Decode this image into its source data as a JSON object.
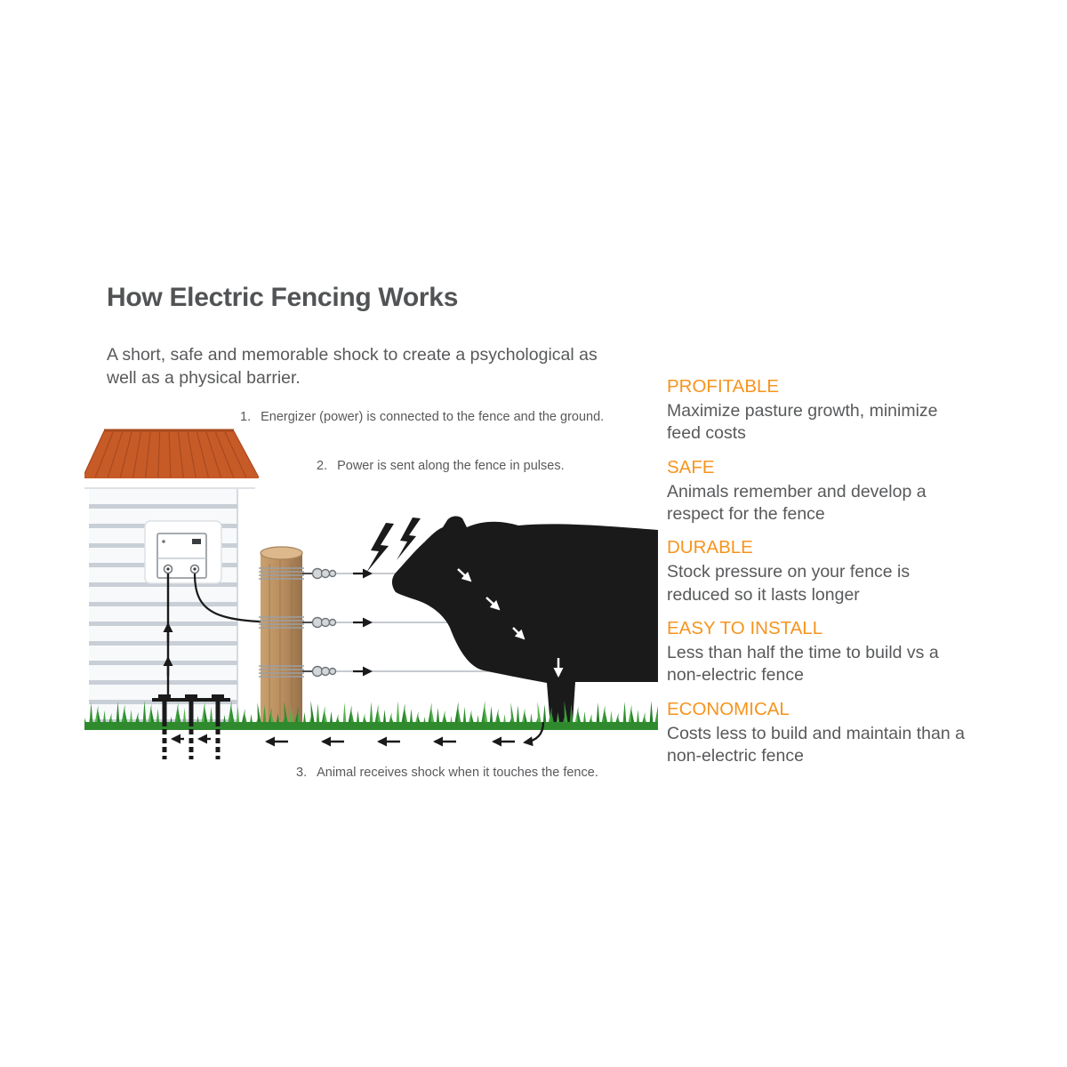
{
  "title": "How Electric Fencing Works",
  "subtitle": "A short, safe and memorable shock to create a psychological as well as a physical barrier.",
  "steps": [
    {
      "number": "1.",
      "text": "Energizer (power) is connected to the fence and the ground."
    },
    {
      "number": "2.",
      "text": "Power is sent along the fence in pulses."
    },
    {
      "number": "3.",
      "text": "Animal receives shock when it touches the fence."
    }
  ],
  "benefits": [
    {
      "heading": "PROFITABLE",
      "body": "Maximize pasture growth, minimize feed costs"
    },
    {
      "heading": "SAFE",
      "body": "Animals remember and develop a respect for the fence"
    },
    {
      "heading": "DURABLE",
      "body": "Stock pressure on your fence is reduced so it lasts longer"
    },
    {
      "heading": "EASY TO INSTALL",
      "body": "Less than half the time to build vs a non-electric fence"
    },
    {
      "heading": "ECONOMICAL",
      "body": "Costs less to build and maintain than a non-electric fence"
    }
  ],
  "colors": {
    "accent_orange": "#f7941e",
    "text_gray": "#58595b",
    "title_gray": "#515355",
    "roof_orange": "#c75b28",
    "grass_green": "#3f9d3a",
    "post_brown": "#b78c5e",
    "cow_black": "#1a1a1a"
  },
  "diagram": {
    "scene": [
      "house",
      "roof",
      "energizer",
      "ground-wire",
      "ground-rods",
      "fence-post",
      "insulators",
      "fence-wires",
      "pulse-arrows",
      "cow",
      "lightning-bolts",
      "shock-current-arrows",
      "grass",
      "return-current-arrows"
    ]
  }
}
